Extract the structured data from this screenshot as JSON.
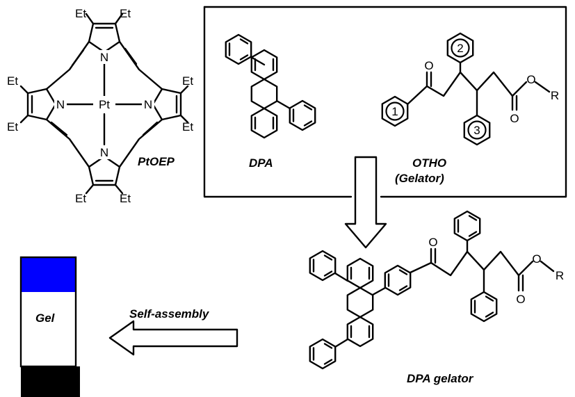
{
  "labels": {
    "ptoep": "PtOEP",
    "dpa": "DPA",
    "otho": "OTHO",
    "gelator_paren": "(Gelator)",
    "dpa_gelator": "DPA gelator",
    "self_assembly": "Self-assembly",
    "gel": "Gel"
  },
  "atoms": {
    "et": "Et",
    "n": "N",
    "pt": "Pt",
    "o": "O",
    "r": "R",
    "ring1": "1",
    "ring2": "2",
    "ring3": "3"
  },
  "colors": {
    "vial_top": "#0000ff",
    "vial_cap": "#000000",
    "line": "#000000"
  }
}
